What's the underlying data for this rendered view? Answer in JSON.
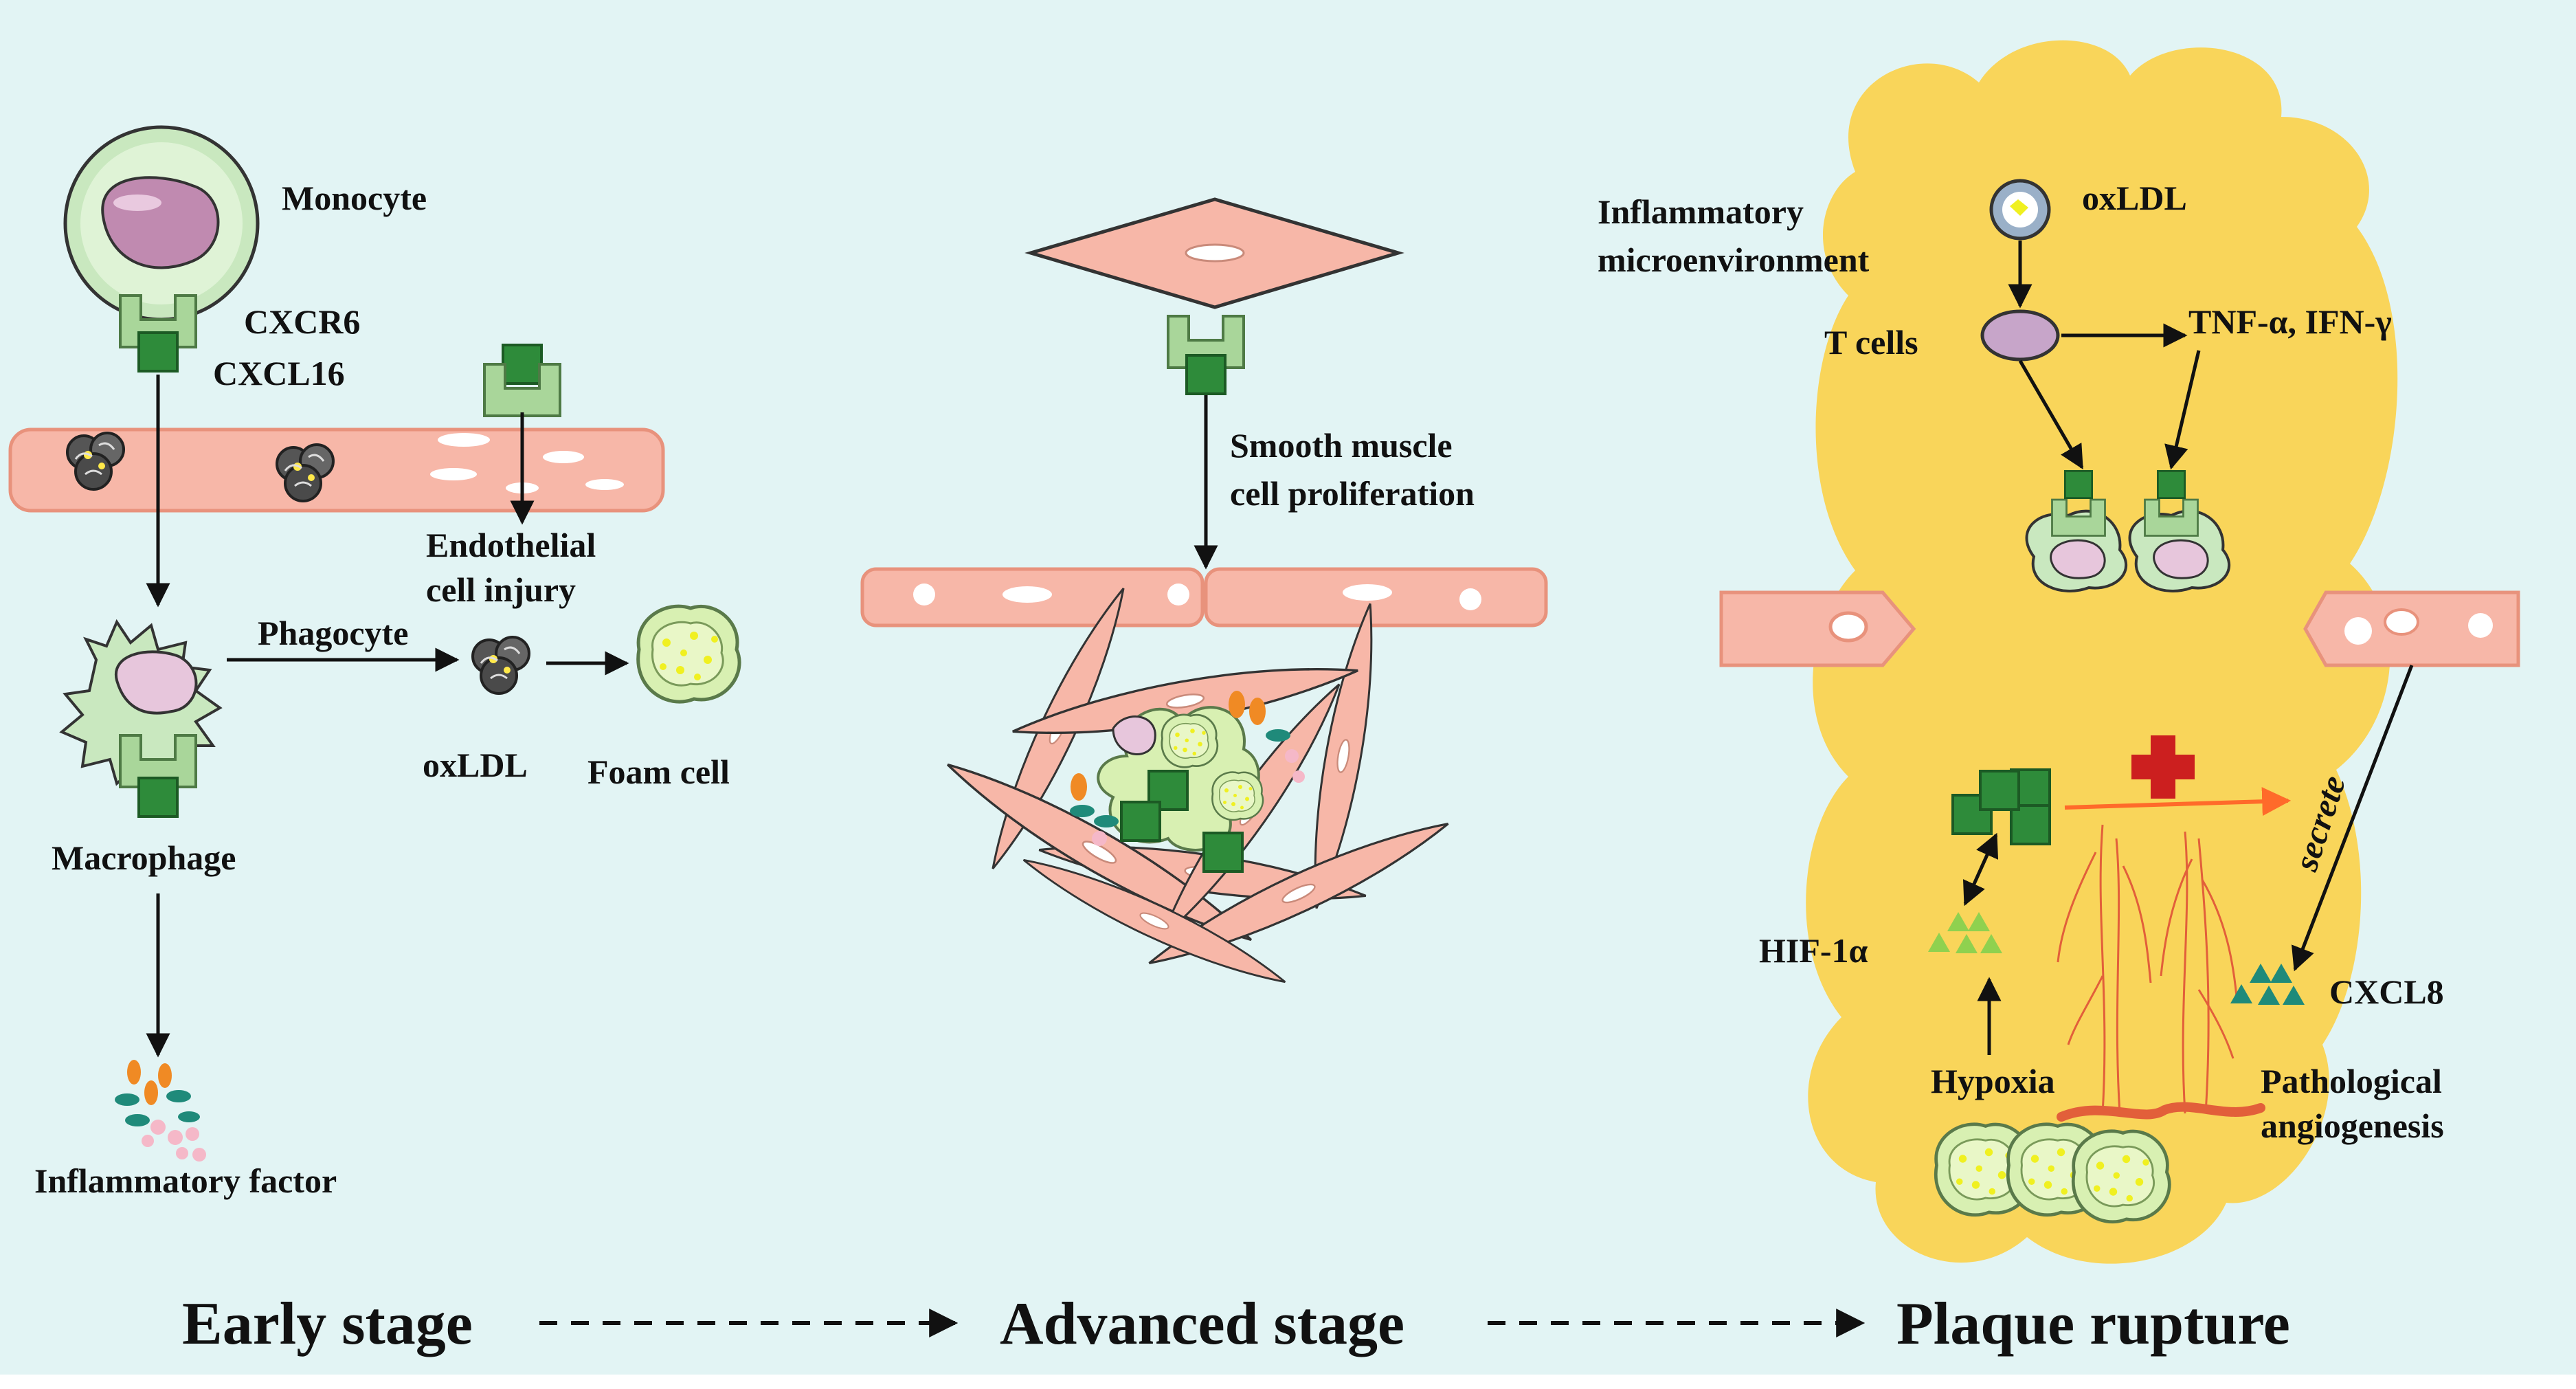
{
  "colors": {
    "background": "#e2f4f4",
    "vessel": "#f7b7a8",
    "vessel_stroke": "#e8927c",
    "receptor": "#a9d69a",
    "chemokine": "#2e8b3a",
    "plaque": "#f9d55a",
    "inhibit_cross": "#cc1f1f",
    "secrete_arrow": "#ff6a2a"
  },
  "early_stage": {
    "monocyte": "Monocyte",
    "receptor": "CXCR6",
    "ligand": "CXCL16",
    "endothelial_injury_line1": "Endothelial",
    "endothelial_injury_line2": "cell injury",
    "phagocyte": "Phagocyte",
    "oxldl": "oxLDL",
    "foam_cell": "Foam cell",
    "macrophage": "Macrophage",
    "inflammatory_factor": "Inflammatory factor"
  },
  "advanced_stage": {
    "smc_line1": "Smooth muscle",
    "smc_line2": "cell proliferation"
  },
  "plaque_rupture": {
    "microenv_line1": "Inflammatory",
    "microenv_line2": "microenvironment",
    "oxldl": "oxLDL",
    "t_cells": "T cells",
    "cytokines": "TNF-α, IFN-γ",
    "secrete": "secrete",
    "hif": "HIF-1α",
    "cxcl8": "CXCL8",
    "hypoxia": "Hypoxia",
    "angio_line1": "Pathological",
    "angio_line2": "angiogenesis"
  },
  "stages": {
    "early": "Early stage",
    "advanced": "Advanced stage",
    "rupture": "Plaque rupture"
  }
}
